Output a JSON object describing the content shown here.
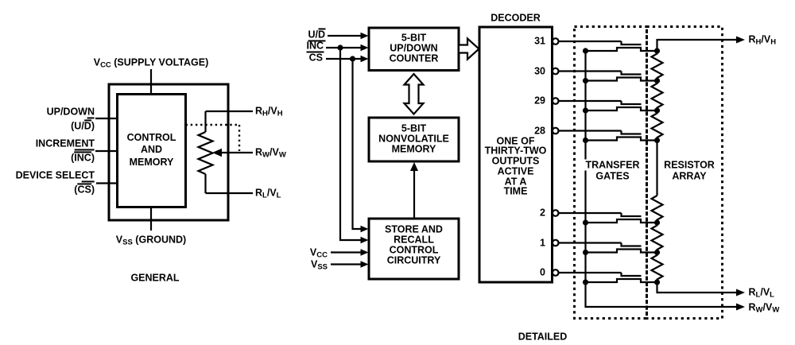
{
  "general": {
    "supply_label": {
      "v": "V",
      "sub": "CC",
      "rest": " (SUPPLY VOLTAGE)"
    },
    "ground_label": {
      "v": "V",
      "sub": "SS",
      "rest": " (GROUND)"
    },
    "inputs": [
      {
        "word_pre": "UP/DOW",
        "word_end": "N",
        "abbr_pre": "(U/",
        "abbr_bar": "D",
        "abbr_post": ")"
      },
      {
        "word_pre": "INCREM",
        "word_end": "ENT",
        "abbr_pre": "(",
        "abbr_bar": "INC",
        "abbr_post": ")"
      },
      {
        "word_pre": "DEVICE SELE",
        "word_end": "CT",
        "abbr_pre": "(",
        "abbr_bar": "CS",
        "abbr_post": ")"
      }
    ],
    "control_box": [
      "CONTROL",
      "AND",
      "MEMORY"
    ],
    "terminals": [
      {
        "r": "R",
        "rs": "H",
        "v": "/V",
        "vs": "H"
      },
      {
        "r": "R",
        "rs": "W",
        "v": "/V",
        "vs": "W"
      },
      {
        "r": "R",
        "rs": "L",
        "v": "/V",
        "vs": "L"
      }
    ],
    "caption": "GENERAL"
  },
  "detailed": {
    "pins": [
      {
        "pre": "U/",
        "over": "D"
      },
      {
        "label": "INC"
      },
      {
        "label": "CS"
      }
    ],
    "vcc": {
      "v": "V",
      "sub": "CC"
    },
    "vss": {
      "v": "V",
      "sub": "SS"
    },
    "counter_box": [
      "5-BIT",
      "UP/DOWN",
      "COUNTER"
    ],
    "memory_box": [
      "5-BIT",
      "NONVOLATILE",
      "MEMORY"
    ],
    "store_box": [
      "STORE AND",
      "RECALL",
      "CONTROL",
      "CIRCUITRY"
    ],
    "decoder_title": "DECODER",
    "decoder_text": [
      "ONE OF",
      "THIRTY-TWO",
      "OUTPUTS",
      "ACTIVE",
      "AT A",
      "TIME"
    ],
    "outputs": [
      "31",
      "30",
      "29",
      "28",
      "2",
      "1",
      "0"
    ],
    "transfer_gates": [
      "TRANSFER",
      "GATES"
    ],
    "resistor_array": [
      "RESISTOR",
      "ARRAY"
    ],
    "terminals": [
      {
        "r": "R",
        "rs": "H",
        "v": "/V",
        "vs": "H"
      },
      {
        "r": "R",
        "rs": "L",
        "v": "/V",
        "vs": "L"
      },
      {
        "r": "R",
        "rs": "W",
        "v": "/V",
        "vs": "W"
      }
    ],
    "caption": "DETAILED"
  }
}
